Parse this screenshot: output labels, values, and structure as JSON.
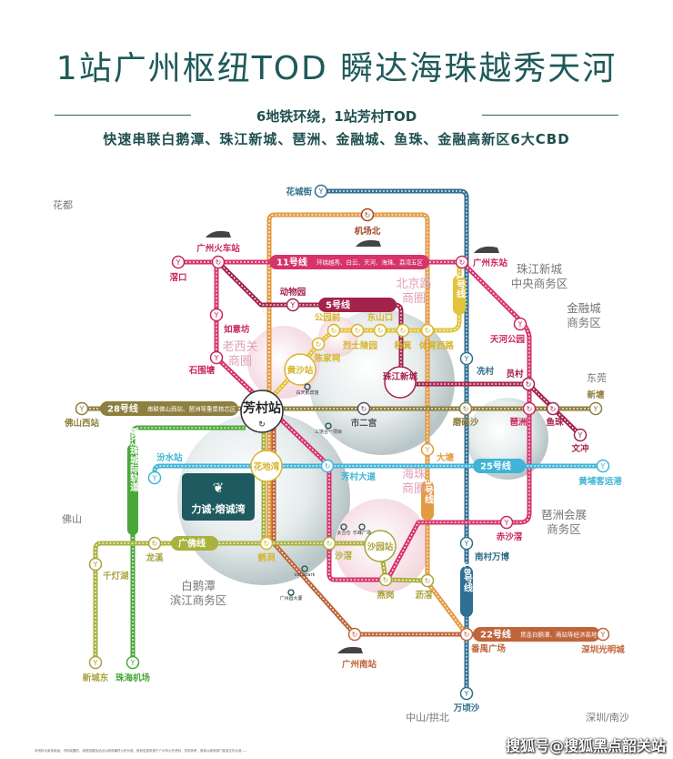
{
  "header": {
    "title": "1站广州枢纽TOD  瞬达海珠越秀天河",
    "subtitle_1": "6地铁环绕，1站芳村TOD",
    "subtitle_2": "快速串联白鹅潭、珠江新城、琶洲、金融城、鱼珠、金融高新区6大CBD"
  },
  "directions": {
    "huadu": "花都",
    "foshan": "佛山",
    "dongguan": "东莞",
    "zhongshan": "中山/拱北",
    "shenzhen": "深圳/南沙"
  },
  "zones": {
    "laoxiguan": [
      "老西关",
      "商圈"
    ],
    "beijinglu": [
      "北京路",
      "商圈"
    ],
    "haizhu": [
      "海珠",
      "商圈"
    ],
    "zhujiang_cbd": [
      "珠江新城",
      "中央商务区"
    ],
    "jinrongcheng": [
      "金融城",
      "商务区"
    ],
    "pazhou_expo": [
      "琶洲会展",
      "商务区"
    ],
    "baietan": [
      "白鹅潭",
      "滨江商务区"
    ]
  },
  "lines": {
    "l11": {
      "name": "11号线",
      "desc": "环绕越秀、白云、天河、海珠、荔湾五区",
      "color": "#d6336c"
    },
    "l5": {
      "name": "5号线",
      "color": "#a3234a"
    },
    "l1": {
      "name": "1号线",
      "color": "#e2c43a"
    },
    "l28": {
      "name": "28号线",
      "desc": "串联佛山西站、琶洲等重要核芯区",
      "color": "#8d7f3e"
    },
    "l25": {
      "name": "25号线",
      "color": "#3fb4d6"
    },
    "l3": {
      "name": "3号线",
      "color": "#e39a42"
    },
    "l18": {
      "name": "18号线",
      "color": "#2f6f92"
    },
    "l22": {
      "name": "22号线",
      "desc": "贯连白鹅潭、南站等经济高地",
      "color": "#c0643a"
    },
    "guangfo": {
      "name": "广佛线",
      "color": "#a9b23c"
    },
    "intercity": {
      "name": "广佛江珠城际轨道",
      "color": "#4aa83a"
    }
  },
  "stations": {
    "huachengjie": "花城街",
    "jichangbei": "机场北",
    "guangzhou_huoche": "广州火车站",
    "jiaokou": "滘口",
    "guangzhoudong": "广州东站",
    "dongwuyuan": "动物园",
    "ruyifang": "如意坊",
    "shiweitang": "石围塘",
    "gongyuanqian": "公园前",
    "lieshilingyuan": "烈士陵园",
    "dongshankou": "东山口",
    "yangji": "杨箕",
    "tiyuxilu": "体育西路",
    "chenjiaci": "陈家祠",
    "huangsha": "黄沙站",
    "fangcun": "芳村站",
    "zhujiangxincheng": "珠江新城",
    "shiergong": "市二宫",
    "xiancun": "冼村",
    "tianhegongyuan": "天河公园",
    "yuancun": "员村",
    "modiesha": "磨碟沙",
    "pazhou": "琶洲",
    "yuzhu": "鱼珠",
    "xintang": "新塘",
    "wenchong": "文冲",
    "foshanxi": "佛山西站",
    "fenshui": "汾水站",
    "huadiwan": "花地湾",
    "fangcundadao": "芳村大道",
    "datang": "大塘",
    "huangpu": "黄埔客运港",
    "longxi": "龙溪",
    "qiandenghu": "千灯湖",
    "xinchengdong": "新城东",
    "zhuhaijichang": "珠海机场",
    "hedong": "鹤洞",
    "shajiao": "沙滘",
    "shayuan": "沙园站",
    "yangang": "燕岗",
    "lijiao": "沥滘",
    "chishajiao": "赤沙滘",
    "nancunwanbo": "南村万博",
    "panyuguangchang": "番禺广场",
    "guangzhounan": "广州南站",
    "shenzhenguangming": "深圳光明城",
    "wanqingsha": "万顷沙"
  },
  "landmarks": {
    "baitiane": "白天鹅宾馆",
    "sanguan": "三馆合一项目",
    "taiguchang": "太古仓",
    "lefeng": "乐峰广场",
    "cocopark": "cocopark",
    "yuandasha": "广州圆大厦"
  },
  "project": {
    "name": "力诚·熔诚湾"
  },
  "footer": {
    "disclaimer": "本资料为宣传用途，不构成要约，地铁线路及站点以政府最终公布为准，规划信息来源于广州市公开资料，仅供参考，具体以政府部门批准文件为准……"
  },
  "watermark": "搜狐号@搜狐黑点韶关站"
}
